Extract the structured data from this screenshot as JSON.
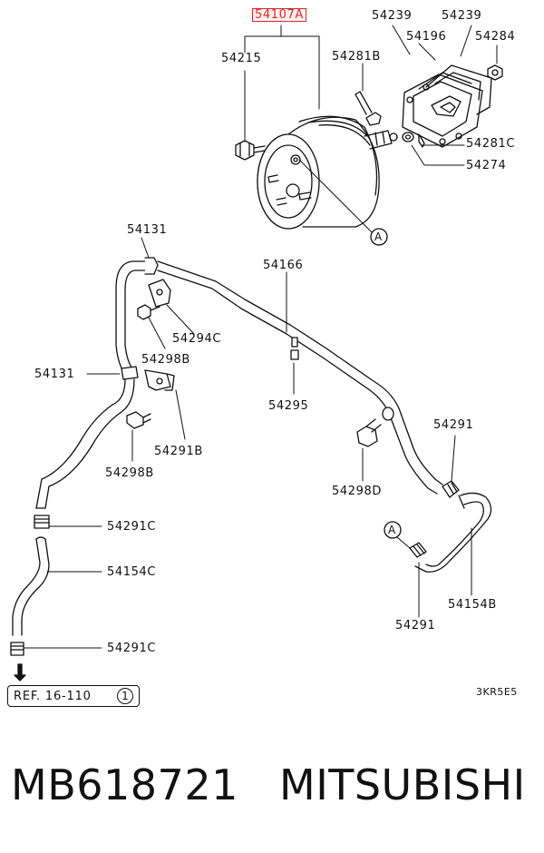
{
  "part_labels": {
    "p54107A": "54107A",
    "p54215": "54215",
    "p54239_a": "54239",
    "p54239_b": "54239",
    "p54196": "54196",
    "p54284": "54284",
    "p54281B": "54281B",
    "p54281C": "54281C",
    "p54274": "54274",
    "p54131_top": "54131",
    "p54166": "54166",
    "p54294C": "54294C",
    "p54298B_a": "54298B",
    "p54131_mid": "54131",
    "p54295": "54295",
    "p54291B": "54291B",
    "p54298B_b": "54298B",
    "p54298D": "54298D",
    "p54291_a": "54291",
    "p54291C_a": "54291C",
    "p54154C": "54154C",
    "p54291C_b": "54291C",
    "p54154B": "54154B",
    "p54291_b": "54291"
  },
  "callout_marker": "A",
  "reference": {
    "text": "REF. 16-110",
    "circled_number": "1"
  },
  "diagram_code": "3KR5E5",
  "caption": {
    "part_number": "MB618721",
    "brand": "MITSUBISHI"
  },
  "colors": {
    "highlight": "#d62b2b",
    "line": "#111111"
  }
}
